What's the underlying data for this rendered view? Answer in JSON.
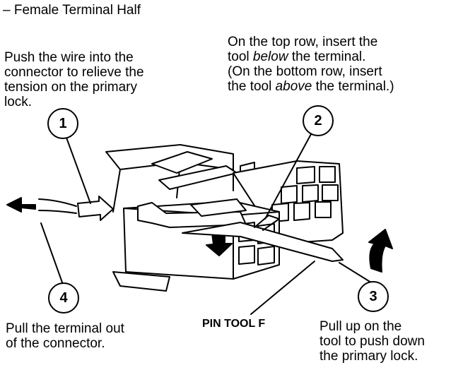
{
  "title": "– Female Terminal Half",
  "step1": {
    "number": "1",
    "lines": [
      "Push the wire into the",
      "connector to relieve the",
      "tension on the primary",
      "lock."
    ]
  },
  "step2": {
    "number": "2",
    "line1": "On the top row, insert the",
    "line2_pre": "tool ",
    "line2_em": "below",
    "line2_post": " the terminal.",
    "line3": "(On the bottom row, insert",
    "line4_pre": "the tool ",
    "line4_em": "above",
    "line4_post": " the terminal.)"
  },
  "step3": {
    "number": "3",
    "lines": [
      "Pull up on the",
      "tool to push down",
      "the primary lock."
    ]
  },
  "step4": {
    "number": "4",
    "lines": [
      "Pull the terminal out",
      "of the connector."
    ]
  },
  "tool_label": "PIN TOOL F"
}
